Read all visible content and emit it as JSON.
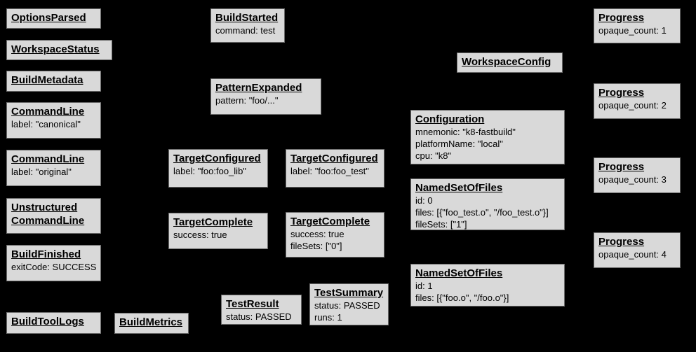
{
  "page": {
    "title": "Build Event Protocol events diagram"
  },
  "colors": {
    "background": "#000000",
    "box_fill": "#d9d9d9",
    "box_border": "#6b6b6b",
    "text": "#000000"
  },
  "boxes": {
    "options_parsed": {
      "title": "OptionsParsed",
      "lines": []
    },
    "workspace_status": {
      "title": "WorkspaceStatus",
      "lines": []
    },
    "build_metadata": {
      "title": "BuildMetadata",
      "lines": []
    },
    "command_line_canonical": {
      "title": "CommandLine",
      "lines": [
        "label: \"canonical\""
      ]
    },
    "command_line_original": {
      "title": "CommandLine",
      "lines": [
        "label: \"original\""
      ]
    },
    "unstructured_command_line": {
      "title": "Unstructured CommandLine",
      "lines": []
    },
    "build_finished": {
      "title": "BuildFinished",
      "lines": [
        "exitCode: SUCCESS"
      ]
    },
    "build_tool_logs": {
      "title": "BuildToolLogs",
      "lines": []
    },
    "build_metrics": {
      "title": "BuildMetrics",
      "lines": []
    },
    "build_started": {
      "title": "BuildStarted",
      "lines": [
        "command: test"
      ]
    },
    "pattern_expanded": {
      "title": "PatternExpanded",
      "lines": [
        "pattern: \"foo/...\""
      ]
    },
    "target_configured_foo_lib": {
      "title": "TargetConfigured",
      "lines": [
        "label: \"foo:foo_lib\""
      ]
    },
    "target_configured_foo_test": {
      "title": "TargetConfigured",
      "lines": [
        "label: \"foo:foo_test\""
      ]
    },
    "target_complete_foo_lib": {
      "title": "TargetComplete",
      "lines": [
        "success: true"
      ]
    },
    "target_complete_foo_test": {
      "title": "TargetComplete",
      "lines": [
        "success: true",
        "fileSets: [\"0\"]"
      ]
    },
    "test_result": {
      "title": "TestResult",
      "lines": [
        "status: PASSED"
      ]
    },
    "test_summary": {
      "title": "TestSummary",
      "lines": [
        "status: PASSED",
        "runs: 1"
      ]
    },
    "workspace_config": {
      "title": "WorkspaceConfig",
      "lines": []
    },
    "configuration": {
      "title": "Configuration",
      "lines": [
        "mnemonic: \"k8-fastbuild\"",
        "platformName: \"local\"",
        "cpu: \"k8\""
      ]
    },
    "named_set_of_files_0": {
      "title": "NamedSetOfFiles",
      "lines": [
        "id: 0",
        "files: [{\"foo_test.o\", \"/foo_test.o\"}]",
        "fileSets: [\"1\"]"
      ]
    },
    "named_set_of_files_1": {
      "title": "NamedSetOfFiles",
      "lines": [
        "id: 1",
        "files: [{\"foo.o\", \"/foo.o\"}]"
      ]
    },
    "progress_1": {
      "title": "Progress",
      "lines": [
        "opaque_count: 1"
      ]
    },
    "progress_2": {
      "title": "Progress",
      "lines": [
        "opaque_count: 2"
      ]
    },
    "progress_3": {
      "title": "Progress",
      "lines": [
        "opaque_count: 3"
      ]
    },
    "progress_4": {
      "title": "Progress",
      "lines": [
        "opaque_count: 4"
      ]
    }
  }
}
